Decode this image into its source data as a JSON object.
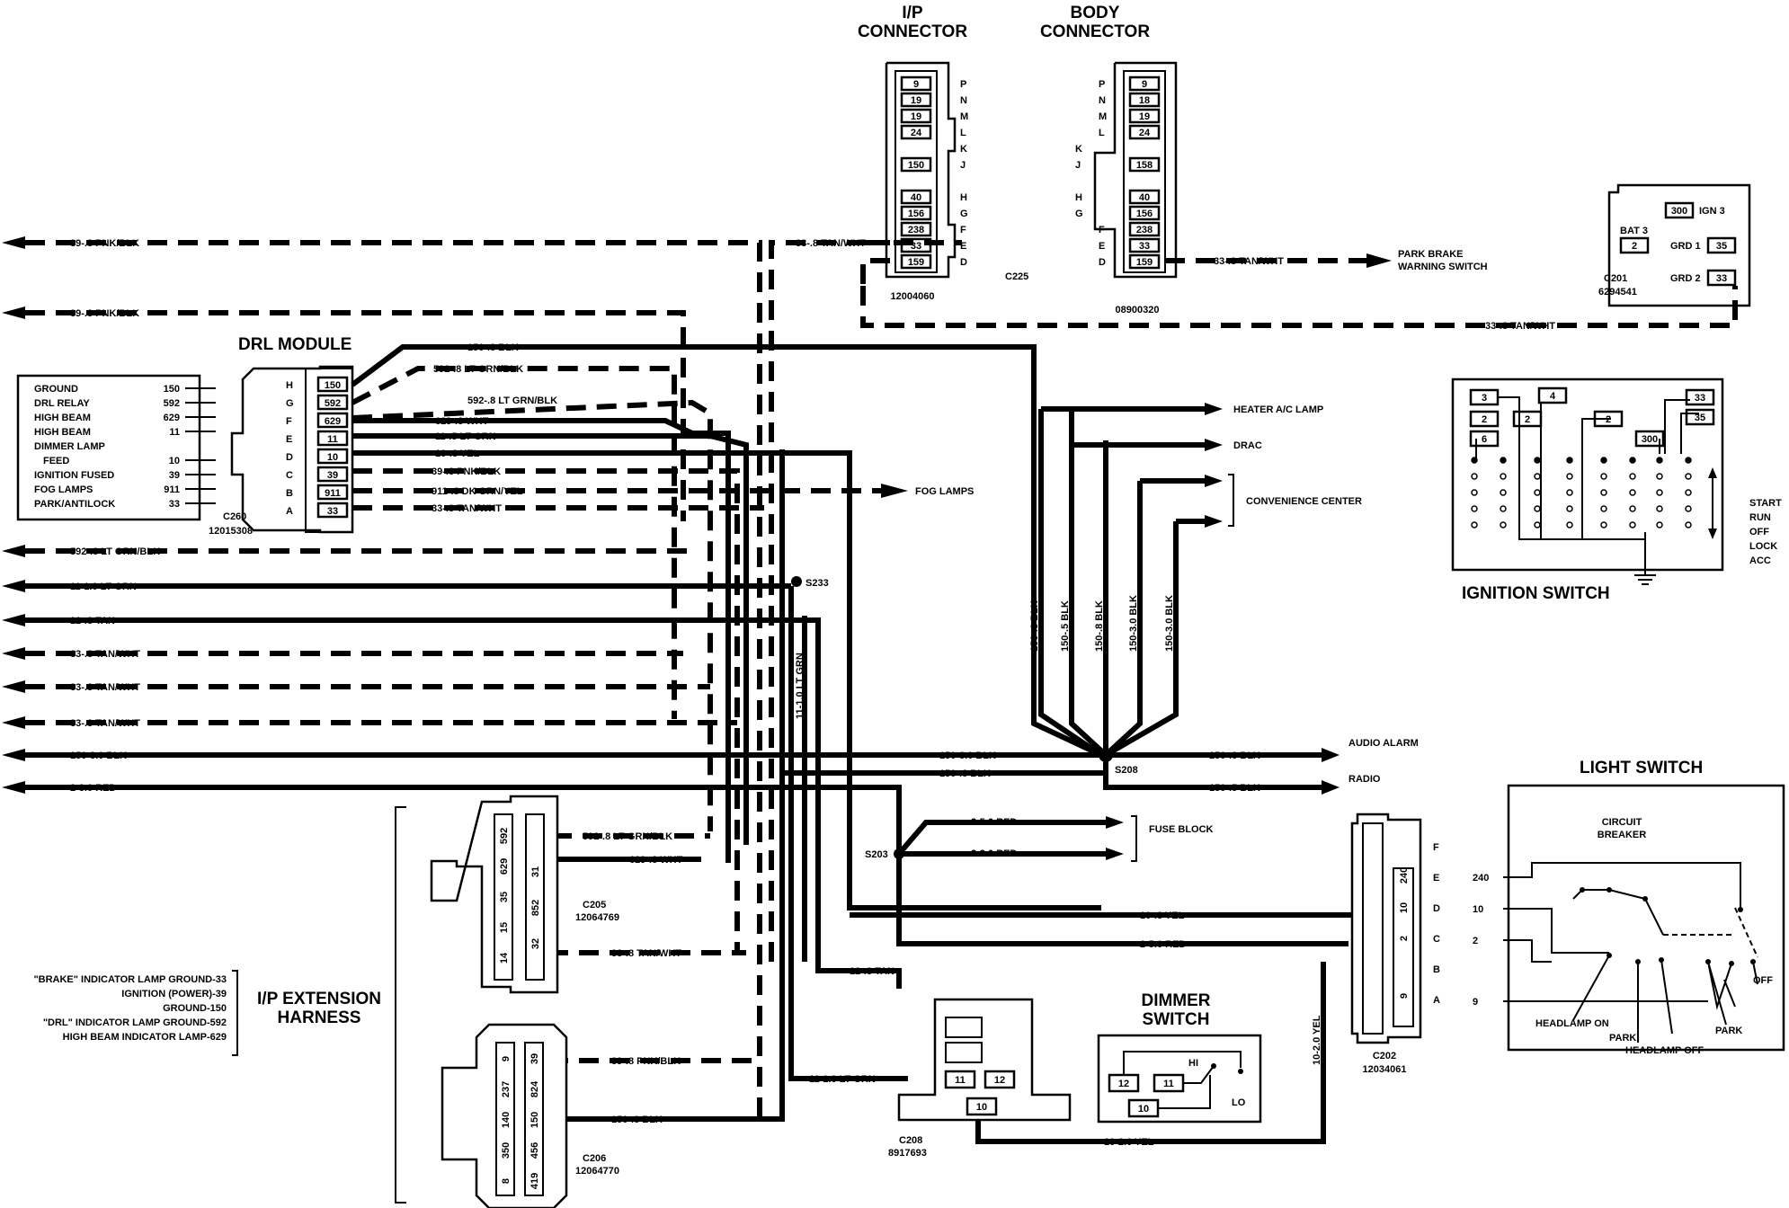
{
  "headings": {
    "ip_connector": [
      "I/P",
      "CONNECTOR"
    ],
    "body_connector": [
      "BODY",
      "CONNECTOR"
    ],
    "drl_module": "DRL MODULE",
    "ignition_switch": "IGNITION SWITCH",
    "light_switch": "LIGHT SWITCH",
    "dimmer_switch": [
      "DIMMER",
      "SWITCH"
    ],
    "ip_extension_harness": [
      "I/P EXTENSION",
      "HARNESS"
    ]
  },
  "ip_connector": {
    "part": "12004060",
    "ref": "C225",
    "pins": [
      "9",
      "19",
      "19",
      "24",
      "",
      "150",
      "",
      "40",
      "156",
      "238",
      "33",
      "159"
    ],
    "letters": [
      "P",
      "N",
      "M",
      "L",
      "K",
      "J",
      "",
      "H",
      "G",
      "F",
      "E",
      "D"
    ]
  },
  "body_connector": {
    "part": "08900320",
    "pins": [
      "9",
      "18",
      "19",
      "24",
      "",
      "158",
      "",
      "40",
      "156",
      "238",
      "33",
      "159"
    ],
    "letters": [
      "P",
      "N",
      "M",
      "L",
      "K",
      "J",
      "",
      "H",
      "G",
      "F",
      "E",
      "D"
    ]
  },
  "c201": {
    "ref": "C201",
    "part": "6294541",
    "cells": [
      "300",
      "2",
      "35",
      "33"
    ],
    "labels": [
      "IGN 3",
      "BAT 3",
      "GRD 1",
      "GRD 2"
    ]
  },
  "drl": {
    "connector_ref": "C260",
    "connector_part": "12015308",
    "letters": [
      "H",
      "G",
      "F",
      "E",
      "D",
      "C",
      "B",
      "A"
    ],
    "pins": [
      "150",
      "592",
      "629",
      "11",
      "10",
      "39",
      "911",
      "33"
    ],
    "legend": [
      {
        "name": "GROUND",
        "num": "150"
      },
      {
        "name": "DRL RELAY",
        "num": "592"
      },
      {
        "name": "HIGH BEAM",
        "num": "629"
      },
      {
        "name": "HIGH BEAM",
        "num": "11"
      },
      {
        "name": "DIMMER LAMP",
        "num": ""
      },
      {
        "name": "FEED",
        "num": "10"
      },
      {
        "name": "IGNITION FUSED",
        "num": "39"
      },
      {
        "name": "FOG LAMPS",
        "num": "911"
      },
      {
        "name": "PARK/ANTILOCK",
        "num": "33"
      }
    ]
  },
  "wire_labels": {
    "w_top_pnk": "39-.8 PNK/BLK",
    "w_top_pnk2": "39-.8 PNK/BLK",
    "w_tan_ip": "33-.8 TAN/WHT",
    "w_tan_body": "33-.8 TAN/WHT",
    "w_tan_c201": "33-.8 TAN/WHT",
    "w_drl_blk": "150-.8 BLK",
    "w_drl_grn": "592-.8 LT GRN/BLK",
    "w_drl_grn2": "592-.8 LT GRN/BLK",
    "w_drl_wht": "629-.8 WHT",
    "w_drl_ltgrn": "11-.5 LT GRN",
    "w_drl_yel": "10-.8 YEL",
    "w_drl_pnk": "39-.8 PNK/BLK",
    "w_drl_fog": "911-.8 DK GRN/YEL",
    "w_drl_tan": "33-.8 TAN/WHT",
    "w_left_grn": "592-.8 LT GRN/BLK",
    "w_left_ltgrn": "11-1.0 LT GRN",
    "w_left_tan12": "12-.8 TAN",
    "w_left_tan33a": "33-.8 TAN/WHT",
    "w_left_tan33b": "33-.8 TAN/WHT",
    "w_left_tan33c": "33-.8 TAN/WHT",
    "w_left_blk": "150-3.0 BLK",
    "w_left_red": "2-3.0 RED",
    "w_mid_blk3": "150-3.0 BLK",
    "w_mid_blk8": "150-.8 BLK",
    "w_right_blk8": "150-.8 BLK",
    "w_right_blk5": "150-.5 BLK",
    "w_vert_ltgrn": "11-1.0 LT GRN",
    "w_v1": "150-.8 BLK",
    "w_v2": "150-.5 BLK",
    "w_v3": "150-.8 BLK",
    "w_v4": "150-3.0 BLK",
    "w_v5": "150-3.0 BLK",
    "w_fuse1": "2-5.0 RED",
    "w_fuse2": "2-3.0 RED",
    "w_yel_c202": "10-.8 YEL",
    "w_red_c202": "2-5.0 RED",
    "w_yel_vert": "10-2.0 YEL",
    "w_yel_bottom": "10-2.0 YEL",
    "w_tan_dimmer": "12-.8 TAN",
    "w_ltgrn_dimmer": "11-1.0 LT GRN",
    "w_c205_grn": "592-.8 LT GRN/BLK",
    "w_c205_wht": "629-.8 WHT",
    "w_c205_tan": "33-.8 TAN/WHT",
    "w_c206_pnk": "39-.8 PNK/BLK",
    "w_c206_blk": "150-.8 BLK"
  },
  "destinations": {
    "park_brake": [
      "PARK BRAKE",
      "WARNING SWITCH"
    ],
    "fog_lamps": "FOG LAMPS",
    "heater": "HEATER A/C LAMP",
    "drac": "DRAC",
    "convenience": "CONVENIENCE CENTER",
    "audio_alarm": "AUDIO ALARM",
    "radio": "RADIO",
    "fuse_block": "FUSE BLOCK"
  },
  "splices": {
    "s233": "S233",
    "s208": "S208",
    "s203": "S203"
  },
  "ignition_switch": {
    "positions": [
      "START",
      "RUN",
      "OFF",
      "LOCK",
      "ACC"
    ],
    "terminals": [
      "3",
      "2",
      "6",
      "4",
      "2",
      "2",
      "300",
      "33",
      "35"
    ]
  },
  "light_switch": {
    "circuit_breaker": [
      "CIRCUIT",
      "BREAKER"
    ],
    "inputs": [
      "240",
      "10",
      "2",
      "9"
    ],
    "headlamp_on": "HEADLAMP ON",
    "park1": "PARK",
    "headlamp_off": "HEADLAMP OFF",
    "park2": "PARK",
    "off": "OFF"
  },
  "c202": {
    "ref": "C202",
    "part": "12034061",
    "letters": [
      "F",
      "E",
      "D",
      "C",
      "B",
      "A"
    ],
    "pins": [
      "240",
      "10",
      "2",
      "9"
    ]
  },
  "c205": {
    "ref": "C205",
    "part": "12064769",
    "pins_left": [
      "592",
      "629",
      "35",
      "15",
      "14"
    ],
    "pins_right": [
      "",
      "31",
      "852",
      "32"
    ]
  },
  "c206": {
    "ref": "C206",
    "part": "12064770",
    "pins_a": [
      "9",
      "237",
      "140",
      "350",
      "8"
    ],
    "pins_b": [
      "39",
      "824",
      "150",
      "456",
      "419"
    ]
  },
  "c208": {
    "ref": "C208",
    "part": "8917693",
    "pins": [
      "11",
      "12",
      "10"
    ]
  },
  "dimmer_switch": {
    "pins": [
      "12",
      "11",
      "10"
    ],
    "hi": "HI",
    "lo": "LO"
  },
  "harness_legend": [
    "\"BRAKE\" INDICATOR LAMP GROUND-33",
    "IGNITION (POWER)-39",
    "GROUND-150",
    "\"DRL\" INDICATOR LAMP GROUND-592",
    "HIGH BEAM INDICATOR LAMP-629"
  ]
}
